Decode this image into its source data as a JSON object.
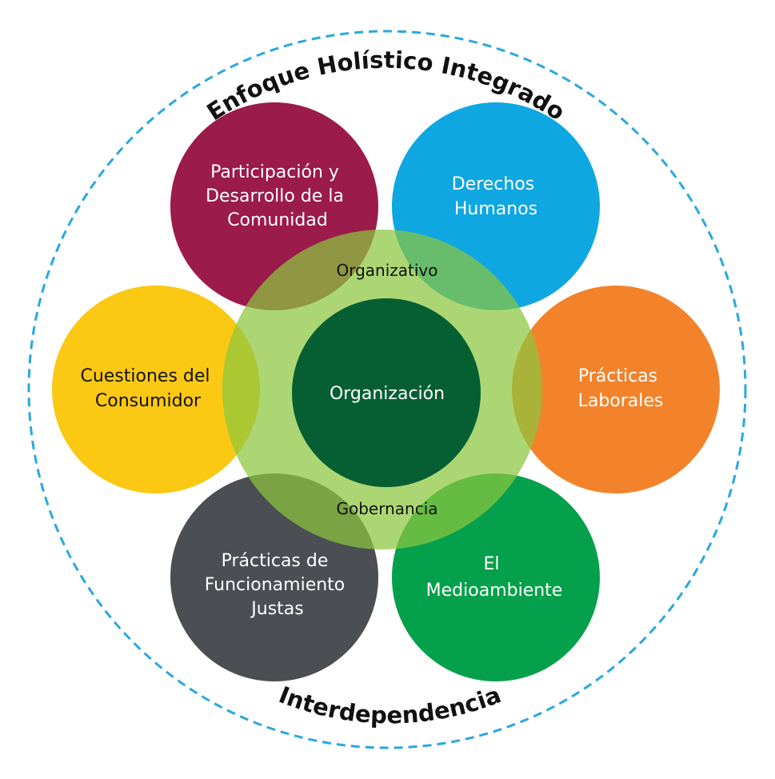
{
  "outer_ring": {
    "top_label": "Enfoque Holístico Integrado",
    "bottom_label": "Interdependencia",
    "color": "#29a8df"
  },
  "petals": [
    {
      "id": "comunidad",
      "lines": [
        "Participación y",
        "Desarrollo de la",
        "Comunidad"
      ],
      "color": "#9b1b4a",
      "text_color": "#ffffff"
    },
    {
      "id": "derechos",
      "lines": [
        "Derechos",
        "Humanos"
      ],
      "color": "#0ea7e1",
      "text_color": "#ffffff"
    },
    {
      "id": "laborales",
      "lines": [
        "Prácticas",
        "Laborales"
      ],
      "color": "#f3832b",
      "text_color": "#ffffff"
    },
    {
      "id": "medioambiente",
      "lines": [
        "El",
        "Medioambiente"
      ],
      "color": "#05a04b",
      "text_color": "#ffffff"
    },
    {
      "id": "justas",
      "lines": [
        "Prácticas de",
        "Funcionamiento",
        "Justas"
      ],
      "color": "#4b4e52",
      "text_color": "#ffffff"
    },
    {
      "id": "consumidor",
      "lines": [
        "Cuestiones del",
        "Consumidor"
      ],
      "color": "#fbc813",
      "text_color": "#111111"
    }
  ],
  "governance_ring": {
    "top_label": "Organizativo",
    "bottom_label": "Gobernancia",
    "color": "#8cc63f"
  },
  "core": {
    "label": "Organización",
    "color": "#065f33"
  }
}
